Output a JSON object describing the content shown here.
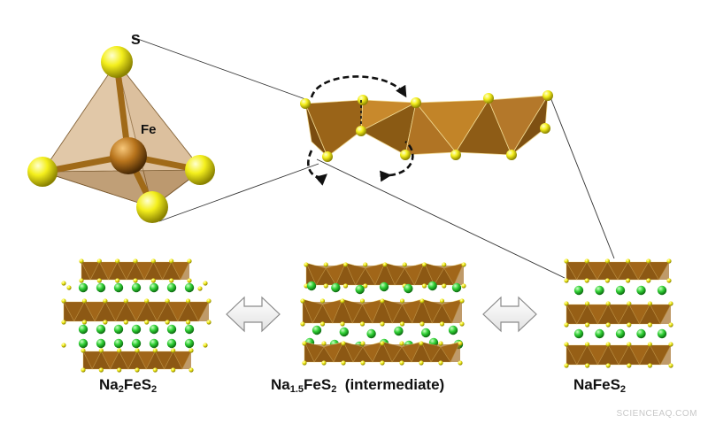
{
  "labels": {
    "sulfur": "S",
    "iron": "Fe"
  },
  "captions": {
    "left": {
      "prefix": "Na",
      "sub1": "2",
      "mid": "FeS",
      "sub2": "2",
      "suffix": ""
    },
    "middle": {
      "prefix": "Na",
      "sub1": "1.5",
      "mid": "FeS",
      "sub2": "2",
      "suffix": "  (intermediate)"
    },
    "right": {
      "prefix": "NaFeS",
      "sub1": "",
      "mid": "",
      "sub2": "2",
      "suffix": ""
    }
  },
  "watermark": "SCIENCEAQ.COM",
  "colors": {
    "iron_sphere": "#b8741c",
    "sulfur_sphere": "#f4ef1c",
    "sodium_sphere": "#2fcf34",
    "polyhedron": "#a8701e",
    "arrow_outline": "#8a8a8a",
    "background": "#ffffff"
  }
}
